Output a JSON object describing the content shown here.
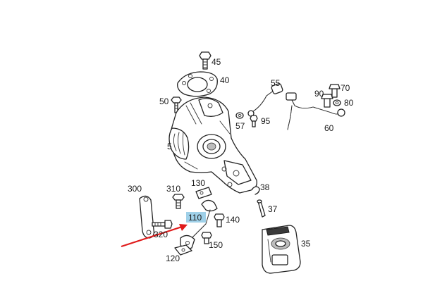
{
  "diagram": {
    "highlight_color": "#9fd0e8",
    "arrow_color": "#e01b1b",
    "highlighted_part": "110",
    "parts": [
      {
        "id": "p45",
        "label": "45",
        "icon": "bolt"
      },
      {
        "id": "p40",
        "label": "40",
        "icon": "gasket-flange"
      },
      {
        "id": "p50",
        "label": "50",
        "icon": "stud-nut"
      },
      {
        "id": "p55",
        "label": "55",
        "icon": "oil-feed-pipe"
      },
      {
        "id": "p57",
        "label": "57",
        "icon": "washer"
      },
      {
        "id": "p95",
        "label": "95",
        "icon": "bolt-small"
      },
      {
        "id": "p90",
        "label": "90",
        "icon": "banjo-bolt"
      },
      {
        "id": "p70",
        "label": "70",
        "icon": "banjo-bolt"
      },
      {
        "id": "p80",
        "label": "80",
        "icon": "sealing-ring"
      },
      {
        "id": "p60",
        "label": "60",
        "icon": "oil-pipe"
      },
      {
        "id": "p5",
        "label": "5",
        "icon": "turbocharger"
      },
      {
        "id": "p300",
        "label": "300",
        "icon": "bracket"
      },
      {
        "id": "p310",
        "label": "310",
        "icon": "bolt"
      },
      {
        "id": "p130",
        "label": "130",
        "icon": "gasket"
      },
      {
        "id": "p38",
        "label": "38",
        "icon": "clip"
      },
      {
        "id": "p37",
        "label": "37",
        "icon": "hose"
      },
      {
        "id": "p140",
        "label": "140",
        "icon": "bolt"
      },
      {
        "id": "p110",
        "label": "110",
        "icon": "oil-return-pipe"
      },
      {
        "id": "p320",
        "label": "320",
        "icon": "bolt"
      },
      {
        "id": "p150",
        "label": "150",
        "icon": "bolt"
      },
      {
        "id": "p120",
        "label": "120",
        "icon": "gasket"
      },
      {
        "id": "p35",
        "label": "35",
        "icon": "actuator"
      }
    ]
  }
}
